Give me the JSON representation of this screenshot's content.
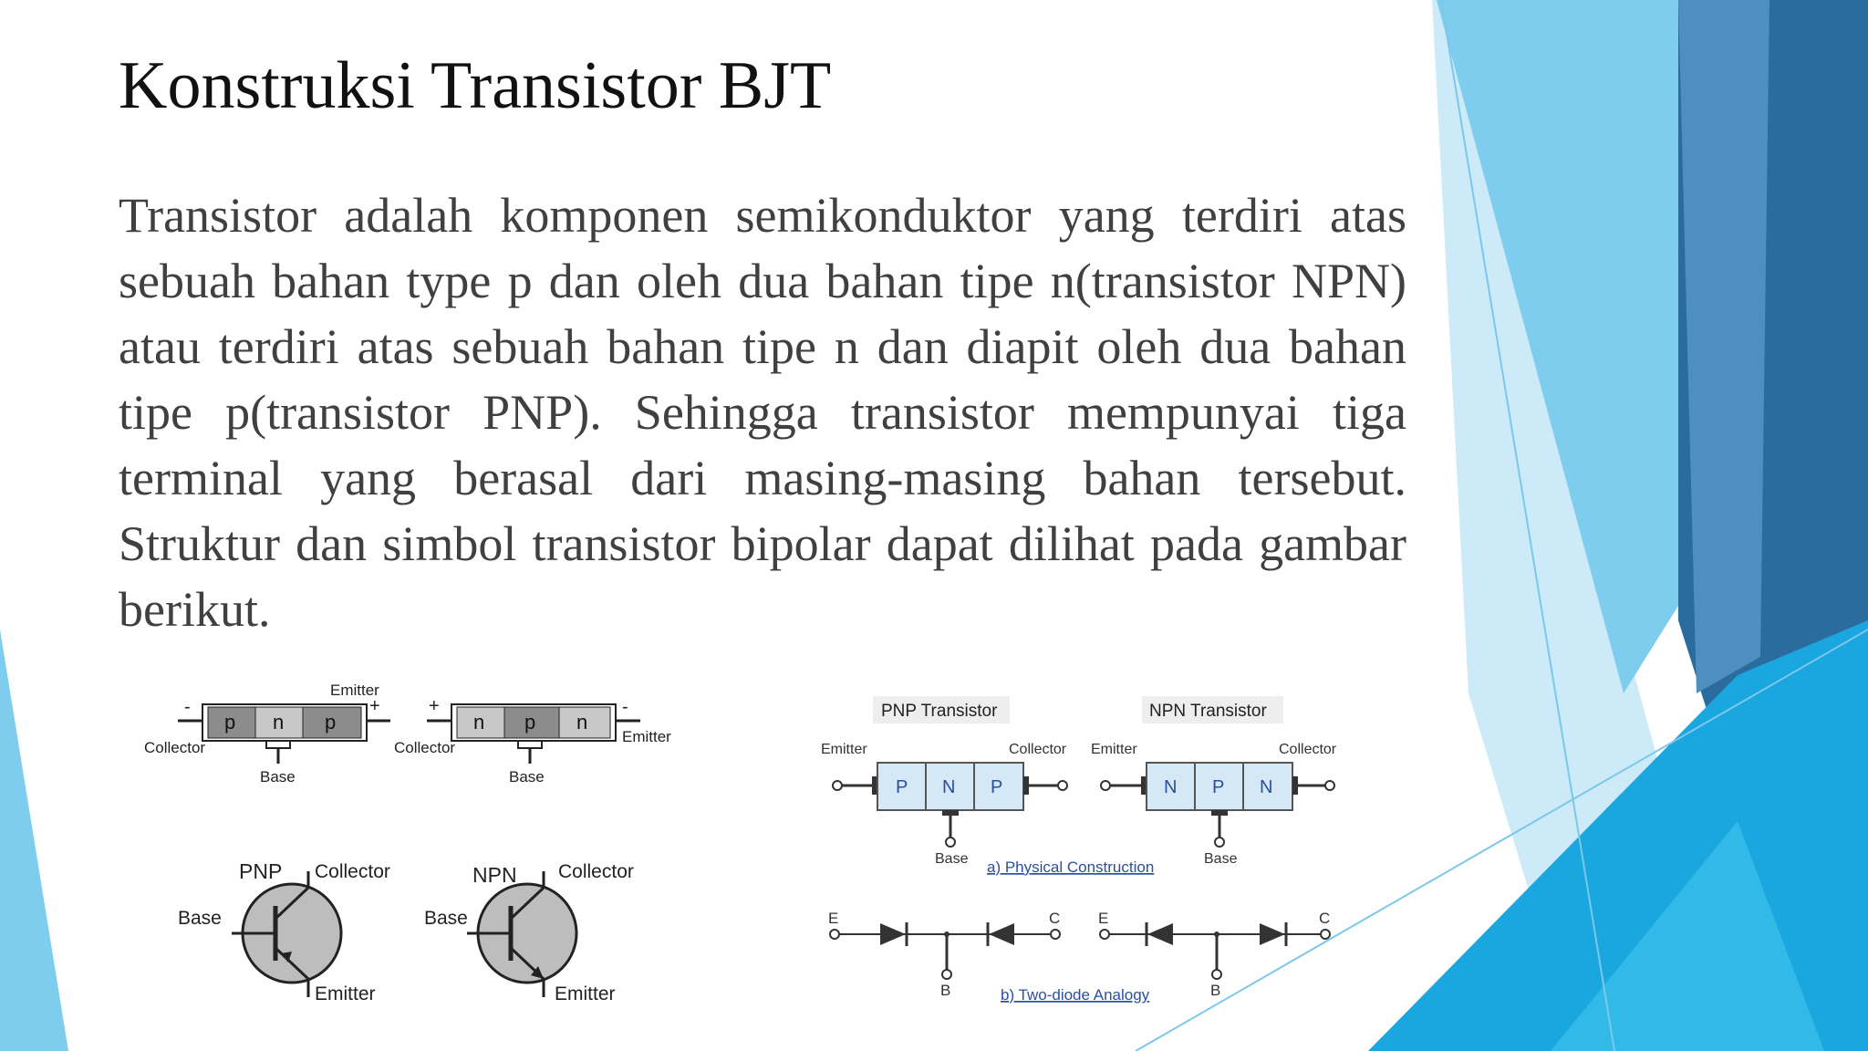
{
  "slide": {
    "title": "Konstruksi Transistor BJT",
    "paragraph": "Transistor adalah komponen semikonduktor yang terdiri atas sebuah bahan type p dan oleh dua bahan tipe n(transistor NPN)  atau terdiri atas sebuah bahan tipe n dan diapit oleh dua bahan tipe p(transistor PNP).  Sehingga transistor mempunyai tiga terminal yang berasal dari masing-masing bahan tersebut.  Struktur dan simbol transistor bipolar dapat dilihat pada gambar berikut."
  },
  "figure_left": {
    "pnp_block": {
      "layers": [
        "p",
        "n",
        "p"
      ],
      "emitter": "Emitter",
      "collector": "Collector",
      "base": "Base",
      "minus": "-",
      "plus": "+"
    },
    "npn_block": {
      "layers": [
        "n",
        "p",
        "n"
      ],
      "emitter": "Emitter",
      "collector": "Collector",
      "base": "Base",
      "minus": "-",
      "plus": "+"
    },
    "pnp_symbol": {
      "type": "PNP",
      "collector": "Collector",
      "base": "Base",
      "emitter": "Emitter"
    },
    "npn_symbol": {
      "type": "NPN",
      "collector": "Collector",
      "base": "Base",
      "emitter": "Emitter"
    }
  },
  "figure_right": {
    "pnp": {
      "title": "PNP Transistor",
      "emitter": "Emitter",
      "collector": "Collector",
      "base": "Base",
      "layers": [
        "P",
        "N",
        "P"
      ]
    },
    "npn": {
      "title": "NPN Transistor",
      "emitter": "Emitter",
      "collector": "Collector",
      "base": "Base",
      "layers": [
        "N",
        "P",
        "N"
      ]
    },
    "caption_a": "a)  Physical Construction",
    "caption_b": "b)  Two-diode Analogy",
    "diode_labels": {
      "e": "E",
      "c": "C",
      "b": "B"
    }
  },
  "colors": {
    "accent_dark": "#2a6a9c",
    "accent_mid": "#1fa0d8",
    "accent_light": "#8fd3f0",
    "layer_p": "#8c8c8c",
    "layer_n": "#c8c8c8",
    "layer_blue": "#d4e8f5",
    "caption_blue": "#2b4fa0"
  }
}
